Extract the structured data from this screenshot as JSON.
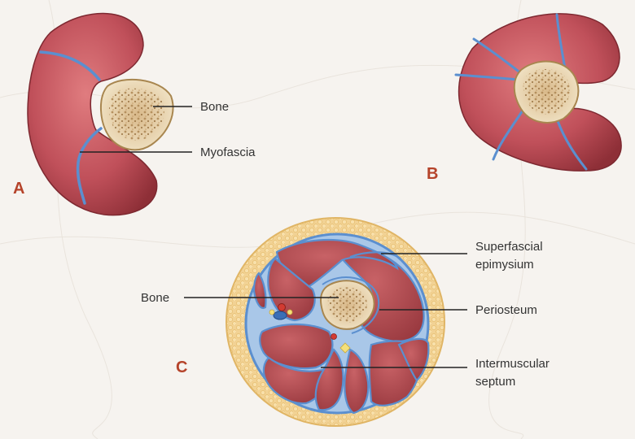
{
  "panels": {
    "a": "A",
    "b": "B",
    "c": "C"
  },
  "labels": {
    "a_bone": "Bone",
    "a_myofascia": "Myofascia",
    "c_bone": "Bone",
    "c_superfascial_1": "Superfascial",
    "c_superfascial_2": "epimysium",
    "c_periosteum": "Periosteum",
    "c_intermuscular_1": "Intermuscular",
    "c_intermuscular_2": "septum"
  },
  "colors": {
    "panel_letter": "#b5432a",
    "muscle": "#b8464e",
    "muscle_dark": "#8e2f37",
    "fascia": "#5b8fcf",
    "bone": "#e6cfa6",
    "fat": "#f0cd8a",
    "background": "#f6f3ef"
  }
}
